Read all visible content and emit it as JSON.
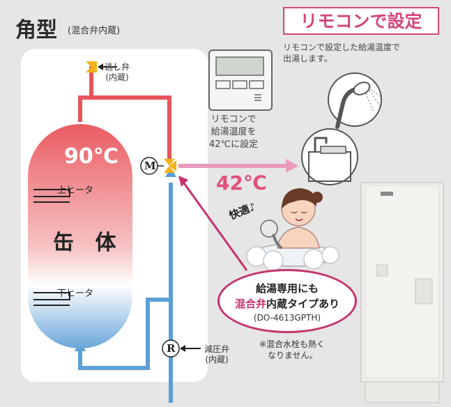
{
  "title": "角型",
  "subtitle": "(混合弁内蔵)",
  "remocon": {
    "title": "リモコンで設定",
    "description": "リモコンで設定した給湯温度で\n出湯します。",
    "caption": "リモコンで\n給湯温度を\n42℃に設定"
  },
  "valves": {
    "relief": "逃し弁\n(内蔵)",
    "pressure_reducing": "減圧弁\n(内蔵)",
    "mixing_symbol": "M",
    "reducing_symbol": "R"
  },
  "tank": {
    "top_temp": "90℃",
    "label": "缶 体",
    "upper_heater": "上ヒータ",
    "lower_heater": "下ヒータ"
  },
  "output_temp": "42℃",
  "bath": {
    "exclamation": "快適♪"
  },
  "bubble": {
    "line1": "給湯専用にも",
    "line2_highlight": "混合弁",
    "line2_rest": "内蔵タイプあり",
    "model": "(DO-4613GPTH)"
  },
  "note": "※混合水栓も熱く\n　なりません。",
  "colors": {
    "hot": "#e8545a",
    "cold": "#5aa0d6",
    "accent": "#d2487a",
    "valve": "#f1b31c"
  }
}
